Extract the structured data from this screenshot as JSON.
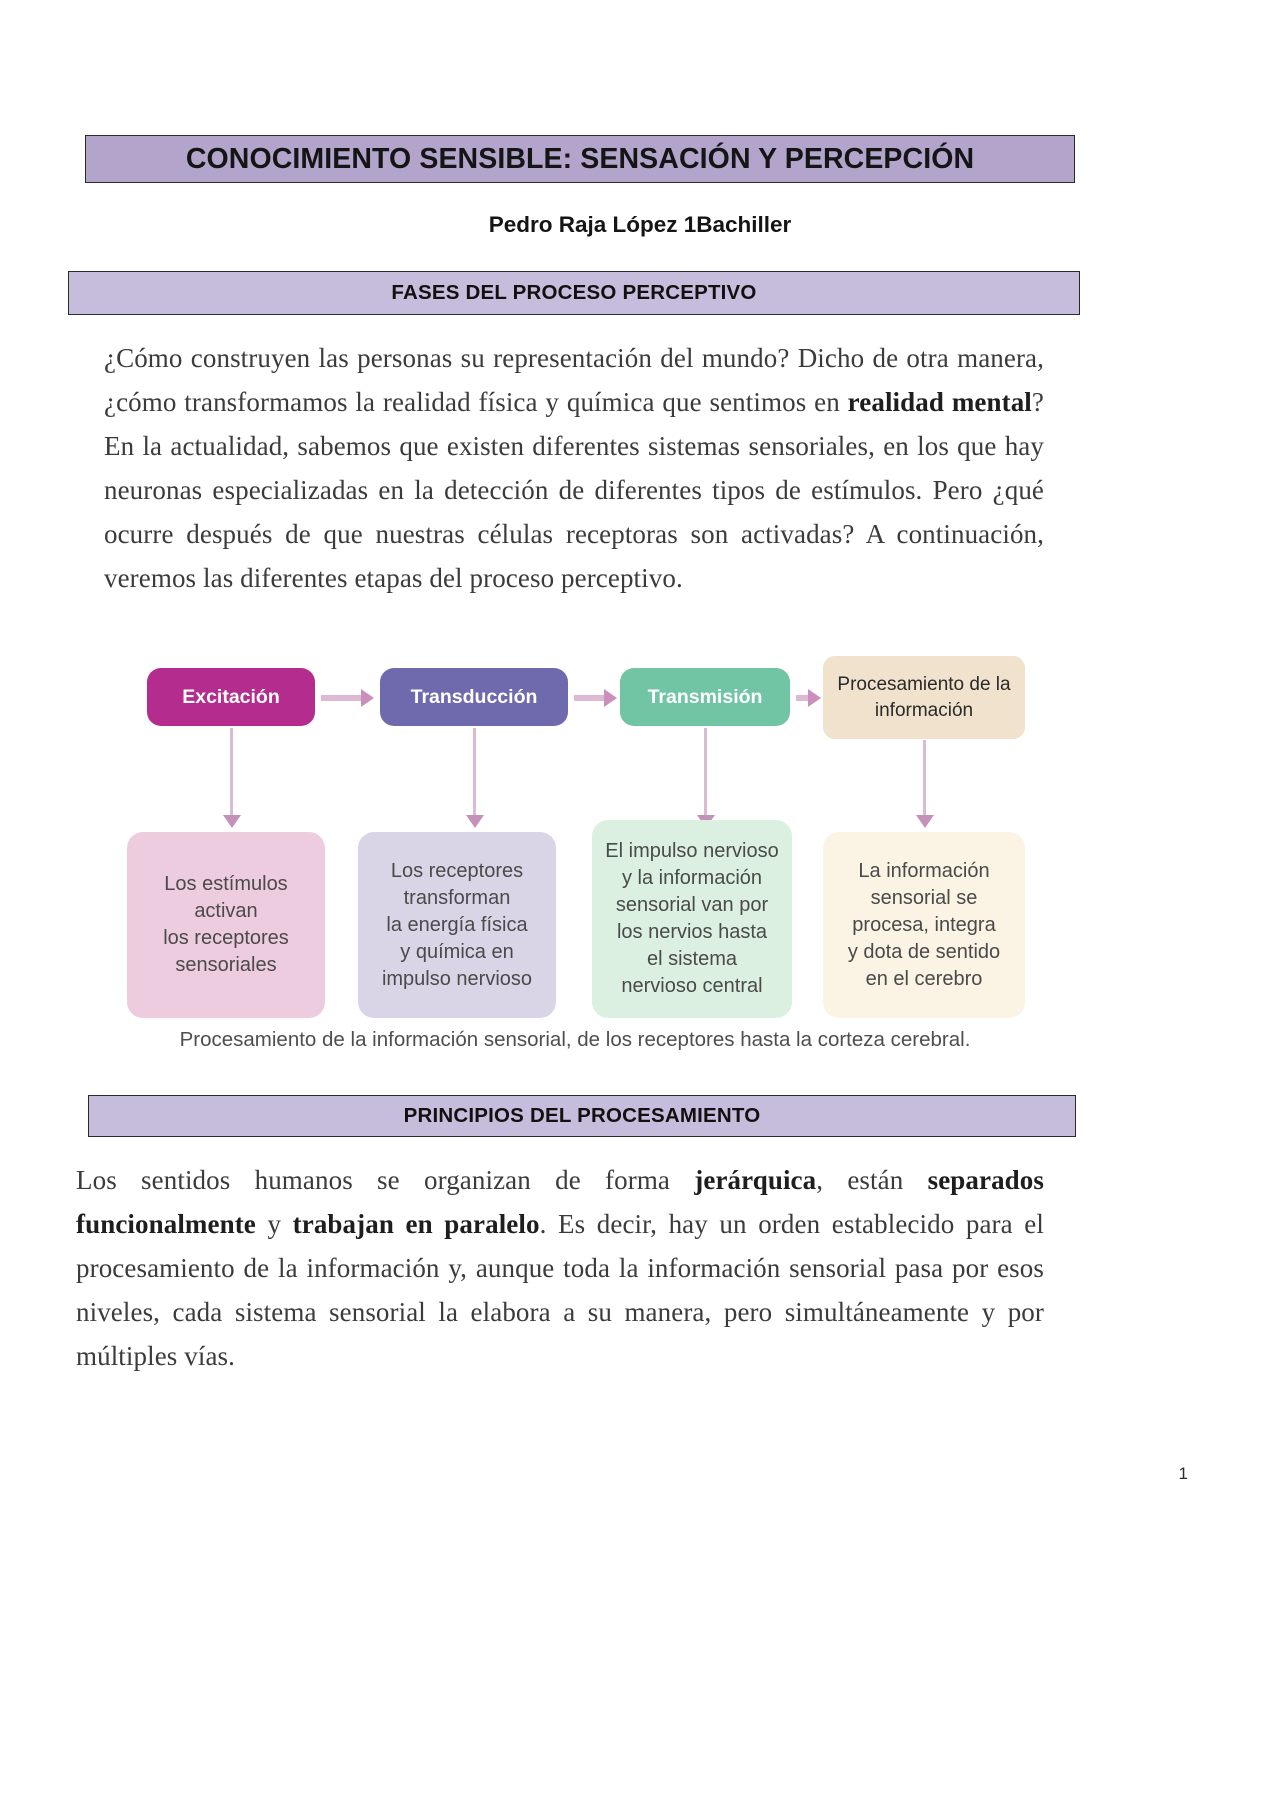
{
  "document": {
    "title": "CONOCIMIENTO SENSIBLE: SENSACIÓN Y PERCEPCIÓN",
    "author": "Pedro Raja López 1Bachiller",
    "page_number": "1"
  },
  "sections": {
    "fases": {
      "heading": "FASES DEL PROCESO PERCEPTIVO",
      "paragraph_parts": {
        "p1": "¿Cómo construyen las personas su representación del mundo? Dicho de otra manera, ¿cómo transformamos la realidad física y química que sentimos en ",
        "p1_bold": "realidad mental",
        "p2": "? En la actualidad, sabemos que existen diferentes sistemas sensoriales, en los que hay neuronas especializadas en la detección de diferentes tipos de estímulos. Pero ¿qué ocurre después de que nuestras células receptoras son activadas? A continuación, veremos las diferentes etapas del proceso perceptivo."
      }
    },
    "principios": {
      "heading": "PRINCIPIOS DEL PROCESAMIENTO",
      "paragraph_parts": {
        "p1": "Los sentidos humanos se organizan de forma ",
        "b1": "jerárquica",
        "p2": ", están ",
        "b2": "separados funcionalmente",
        "p3": " y ",
        "b3": "trabajan en paralelo",
        "p4": ". Es decir, hay un orden establecido para el procesamiento de la información y, aunque toda la información sensorial pasa por esos niveles, cada sistema sensorial la elabora a su manera, pero simultáneamente y por múltiples vías."
      }
    }
  },
  "diagram": {
    "caption": "Procesamiento de la información sensorial, de los receptores hasta la corteza cerebral.",
    "stages": [
      {
        "label": "Excitación",
        "color": "#b42d8e"
      },
      {
        "label": "Transducción",
        "color": "#6f6aad"
      },
      {
        "label": "Transmisión",
        "color": "#72c5a4"
      },
      {
        "label": "Procesamiento\nde la información",
        "color": "#f0e2cd"
      }
    ],
    "descriptions": [
      {
        "text": "Los estímulos\nactivan\nlos receptores\nsensoriales",
        "color": "#eeccdf"
      },
      {
        "text": "Los receptores\ntransforman\nla energía física\ny química en\nimpulso nervioso",
        "color": "#d9d5e7"
      },
      {
        "text": "El impulso nervioso\ny la información\nsensorial van por\nlos nervios hasta\nel sistema\nnervioso central",
        "color": "#dcf0e1"
      },
      {
        "text": "La información\nsensorial se\nprocesa, integra\ny dota de sentido\nen el cerebro",
        "color": "#fbf3e4"
      }
    ],
    "arrow_color": "#cb8fbc"
  },
  "theme": {
    "title_banner_bg": "#b2a4cb",
    "section_bar_bg": "#c6bcdb",
    "body_text_color": "#3b3b3b"
  }
}
